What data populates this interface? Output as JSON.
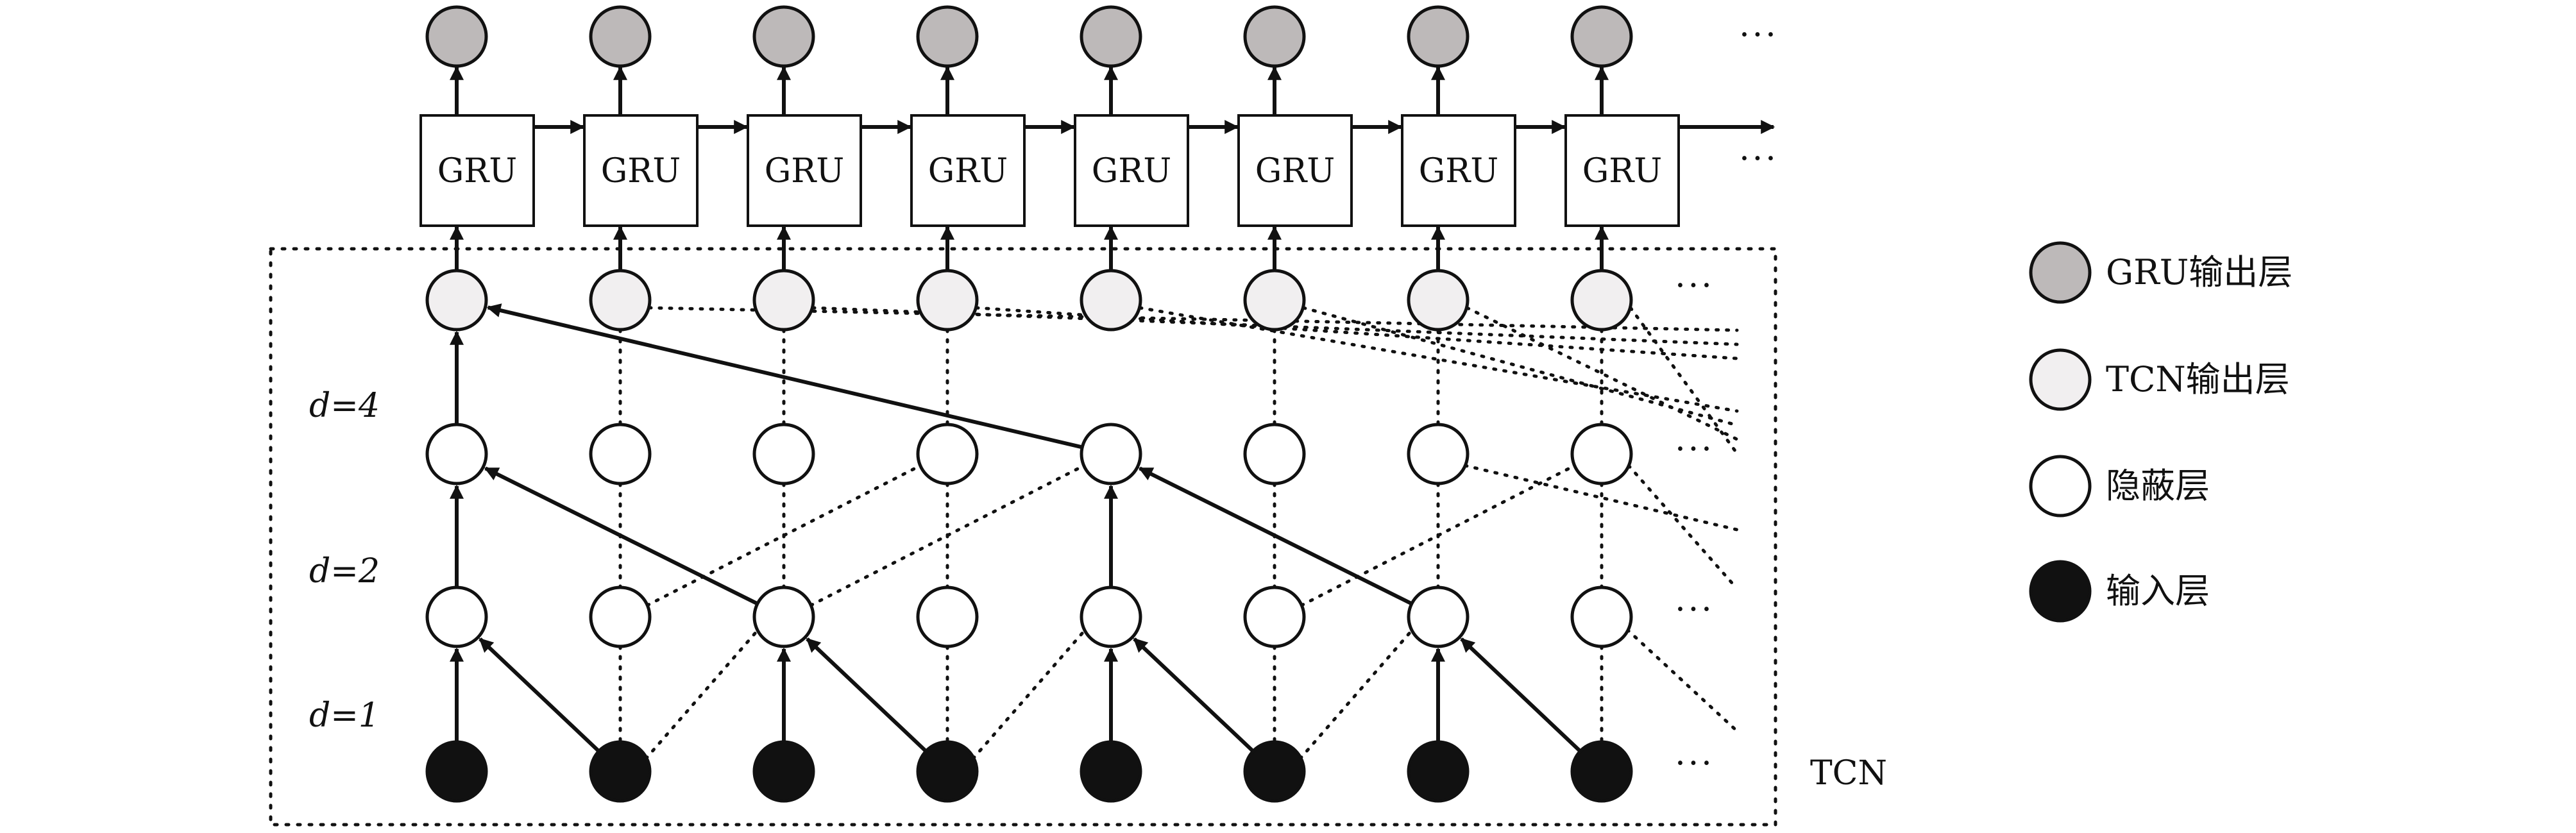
{
  "diagram": {
    "gru_label": "GRU",
    "tcn_label": "TCN",
    "ellipsis": "···",
    "dilation_labels": [
      "d=4",
      "d=2",
      "d=1"
    ],
    "legend": [
      {
        "label": "GRU输出层",
        "fill": "#bdb9b9"
      },
      {
        "label": "TCN输出层",
        "fill": "#f1eff0"
      },
      {
        "label": "隐蔽层",
        "fill": "#ffffff"
      },
      {
        "label": "输入层",
        "fill": "#111111"
      }
    ],
    "colors": {
      "gru_output": "#bdb9b9",
      "tcn_output": "#f1eff0",
      "hidden": "#ffffff",
      "input": "#111111",
      "stroke": "#111111"
    }
  }
}
